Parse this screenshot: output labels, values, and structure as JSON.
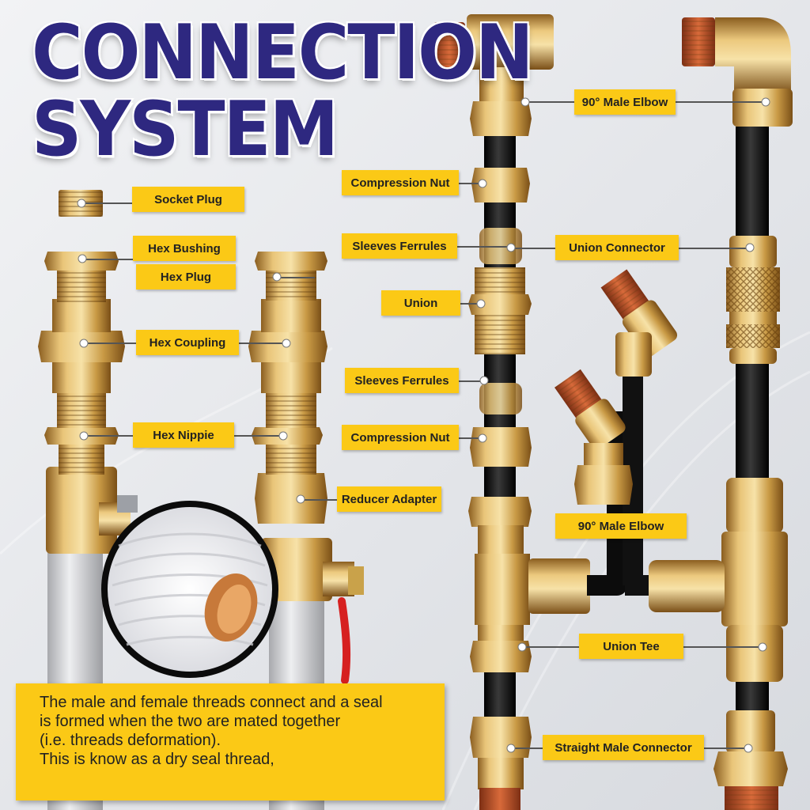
{
  "headline": [
    "CONNECTION",
    "SYSTEM"
  ],
  "callouts": [
    {
      "id": "socket-plug",
      "text": "Socket Plug"
    },
    {
      "id": "hex-bushing",
      "text": "Hex Bushing"
    },
    {
      "id": "hex-plug",
      "text": "Hex Plug"
    },
    {
      "id": "hex-coupling",
      "text": "Hex Coupling"
    },
    {
      "id": "hex-nipple",
      "text": "Hex Nippie"
    },
    {
      "id": "reducer-adapter",
      "text": "Reducer Adapter"
    },
    {
      "id": "male-elbow-90-top",
      "text": "90° Male Elbow"
    },
    {
      "id": "compression-nut-top",
      "text": "Compression Nut"
    },
    {
      "id": "sleeves-ferrules-top",
      "text": "Sleeves Ferrules"
    },
    {
      "id": "union-connector",
      "text": "Union Connector"
    },
    {
      "id": "union",
      "text": "Union"
    },
    {
      "id": "sleeves-ferrules-bottom",
      "text": "Sleeves Ferrules"
    },
    {
      "id": "compression-nut-bottom",
      "text": "Compression Nut"
    },
    {
      "id": "male-elbow-90-mid",
      "text": "90° Male Elbow"
    },
    {
      "id": "union-tee",
      "text": "Union Tee"
    },
    {
      "id": "straight-male-connector",
      "text": "Straight Male Connector"
    }
  ],
  "info_text": [
    "The male and female threads connect and a seal",
    "is formed when the two are mated together",
    "(i.e. threads deformation).",
    "This is know as a dry seal thread,"
  ],
  "colors": {
    "headline": "#2e2880",
    "label_bg": "#fbc916",
    "brass": "#c99a45",
    "tube": "#111111",
    "thread": "#b8532c"
  }
}
